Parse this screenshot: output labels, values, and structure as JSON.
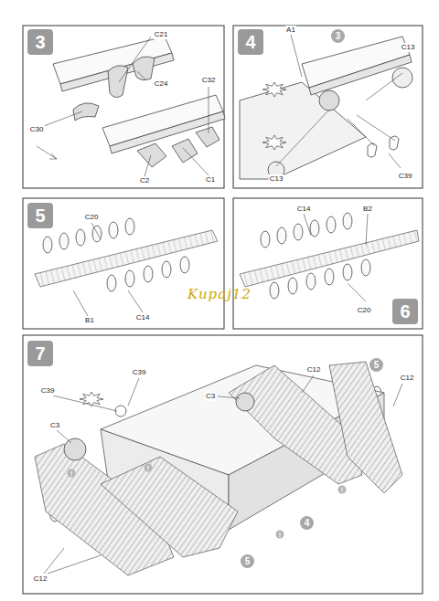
{
  "diagram": {
    "nodes": [
      {
        "text": [
          "3"
        ]
      },
      {
        "text": [
          "4"
        ]
      },
      {
        "text": [
          "5"
        ]
      },
      {
        "text": [
          "6"
        ]
      },
      {
        "text": [
          "7"
        ]
      },
      {
        "text": [
          "3"
        ]
      },
      {
        "text": [
          "5"
        ]
      },
      {
        "text": [
          "4"
        ]
      },
      {
        "text": [
          "5"
        ]
      }
    ],
    "labels": [
      "C21",
      "C24",
      "C32",
      "C30",
      "C2",
      "C1",
      "A1",
      "C13",
      "C39",
      "C13",
      "C20",
      "B1",
      "C14",
      "C14",
      "B2",
      "C20",
      "C39",
      "C39",
      "C3",
      "C3",
      "C12",
      "C12",
      "C12",
      "!",
      "!",
      "!",
      "!",
      "Kupaj12"
    ]
  }
}
